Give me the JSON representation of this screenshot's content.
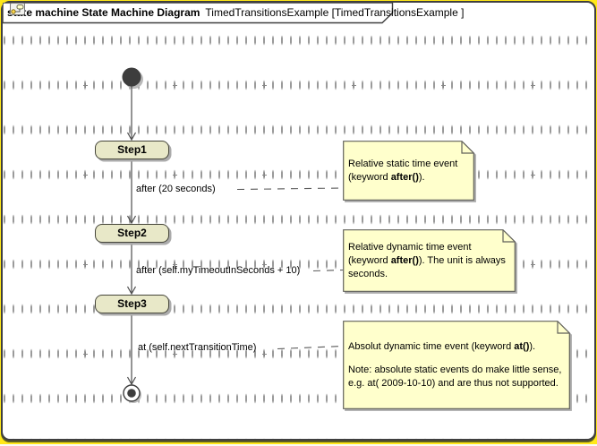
{
  "frame": {
    "title_bold": "state machine State Machine Diagram",
    "title_context": "TimedTransitionsExample [",
    "title_ref": "TimedTransitionsExample ]",
    "icon": "state-machine-diagram-icon"
  },
  "states": [
    {
      "name": "Step1"
    },
    {
      "name": "Step2"
    },
    {
      "name": "Step3"
    }
  ],
  "pseudostates": {
    "initial": "initial-state",
    "final": "final-state"
  },
  "transitions": [
    {
      "label": "after (20 seconds)"
    },
    {
      "label": "after (self.myTimeoutInSeconds + 10)"
    },
    {
      "label": "at (self.nextTransitionTime)"
    }
  ],
  "notes": [
    {
      "pre": "Relative static time event (keyword ",
      "bold": "after()",
      "post": ")."
    },
    {
      "pre": "Relative dynamic time event (keyword ",
      "bold": "after()",
      "post": "). The unit is always seconds."
    },
    {
      "pre": "Absolut dynamic time event (keyword ",
      "bold": "at()",
      "post": ").",
      "para2": "Note: absolute static events do make little sense, e.g. at( 2009-10-10) and are thus not supported."
    }
  ],
  "colors": {
    "state_fill": "#e8e8c8",
    "note_fill": "#ffffcc",
    "frame_highlight": "#ffe819",
    "line": "#4c4c4c",
    "grid_dot": "#9a9a9a"
  }
}
